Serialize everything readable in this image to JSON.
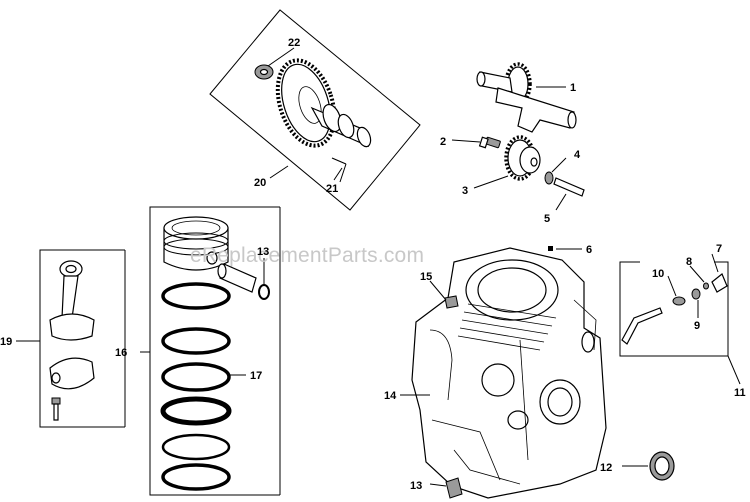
{
  "watermark": "eReplacementParts.com",
  "callouts": {
    "c1": "1",
    "c2": "2",
    "c3": "3",
    "c4": "4",
    "c5": "5",
    "c6": "6",
    "c7": "7",
    "c8": "8",
    "c9": "9",
    "c10": "10",
    "c11": "11",
    "c12": "12",
    "c13a": "13",
    "c13b": "13",
    "c14": "14",
    "c15": "15",
    "c16": "16",
    "c17": "17",
    "c19": "19",
    "c20": "20",
    "c21": "21",
    "c22": "22"
  }
}
